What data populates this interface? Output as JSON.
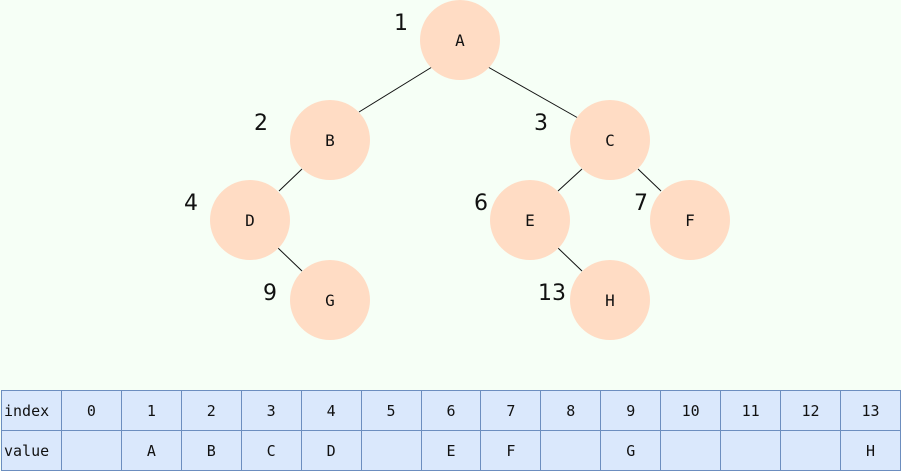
{
  "tree": {
    "nodes": [
      {
        "letter": "A",
        "index": "1"
      },
      {
        "letter": "B",
        "index": "2"
      },
      {
        "letter": "C",
        "index": "3"
      },
      {
        "letter": "D",
        "index": "4"
      },
      {
        "letter": "E",
        "index": "6"
      },
      {
        "letter": "F",
        "index": "7"
      },
      {
        "letter": "G",
        "index": "9"
      },
      {
        "letter": "H",
        "index": "13"
      }
    ],
    "edges": [
      [
        "A",
        "B"
      ],
      [
        "A",
        "C"
      ],
      [
        "B",
        "D"
      ],
      [
        "C",
        "E"
      ],
      [
        "C",
        "F"
      ],
      [
        "D",
        "G"
      ],
      [
        "E",
        "H"
      ]
    ],
    "node_color": "#ffdcc4"
  },
  "array": {
    "row_labels": {
      "index": "index",
      "value": "value"
    },
    "indices": [
      "0",
      "1",
      "2",
      "3",
      "4",
      "5",
      "6",
      "7",
      "8",
      "9",
      "10",
      "11",
      "12",
      "13"
    ],
    "values": [
      "",
      "A",
      "B",
      "C",
      "D",
      "",
      "E",
      "F",
      "",
      "G",
      "",
      "",
      "",
      "H"
    ],
    "cell_color": "#dae8fc",
    "border_color": "#6c8ebf"
  }
}
